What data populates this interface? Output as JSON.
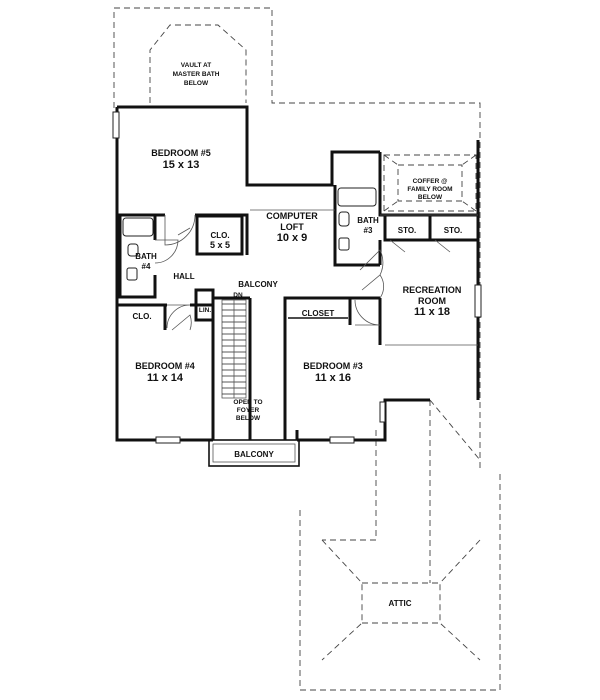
{
  "rooms": {
    "bedroom5": {
      "name": "BEDROOM #5",
      "size": "15 x 13"
    },
    "loft": {
      "name": "COMPUTER",
      "name2": "LOFT",
      "size": "10 x 9"
    },
    "bath3": {
      "name": "BATH",
      "num": "#3"
    },
    "bath4": {
      "name": "BATH",
      "num": "#4"
    },
    "clo5": {
      "name": "CLO.",
      "size": "5 x 5"
    },
    "hall": "HALL",
    "balcony_upper": "BALCONY",
    "dn": "DN",
    "lin": "LIN.",
    "clo4": "CLO.",
    "closet3": "CLOSET",
    "sto1": "STO.",
    "sto2": "STO.",
    "recreation": {
      "name": "RECREATION",
      "name2": "ROOM",
      "size": "11 x 18"
    },
    "bedroom4": {
      "name": "BEDROOM #4",
      "size": "11 x 14"
    },
    "bedroom3": {
      "name": "BEDROOM #3",
      "size": "11 x 16"
    },
    "open_foyer": [
      "OPEN TO",
      "FOYER",
      "BELOW"
    ],
    "balcony_lower": "BALCONY",
    "attic": "ATTIC"
  },
  "notes": {
    "vault": [
      "VAULT AT",
      "MASTER BATH",
      "BELOW"
    ],
    "coffer": [
      "COFFER @",
      "FAMILY ROOM",
      "BELOW"
    ]
  }
}
